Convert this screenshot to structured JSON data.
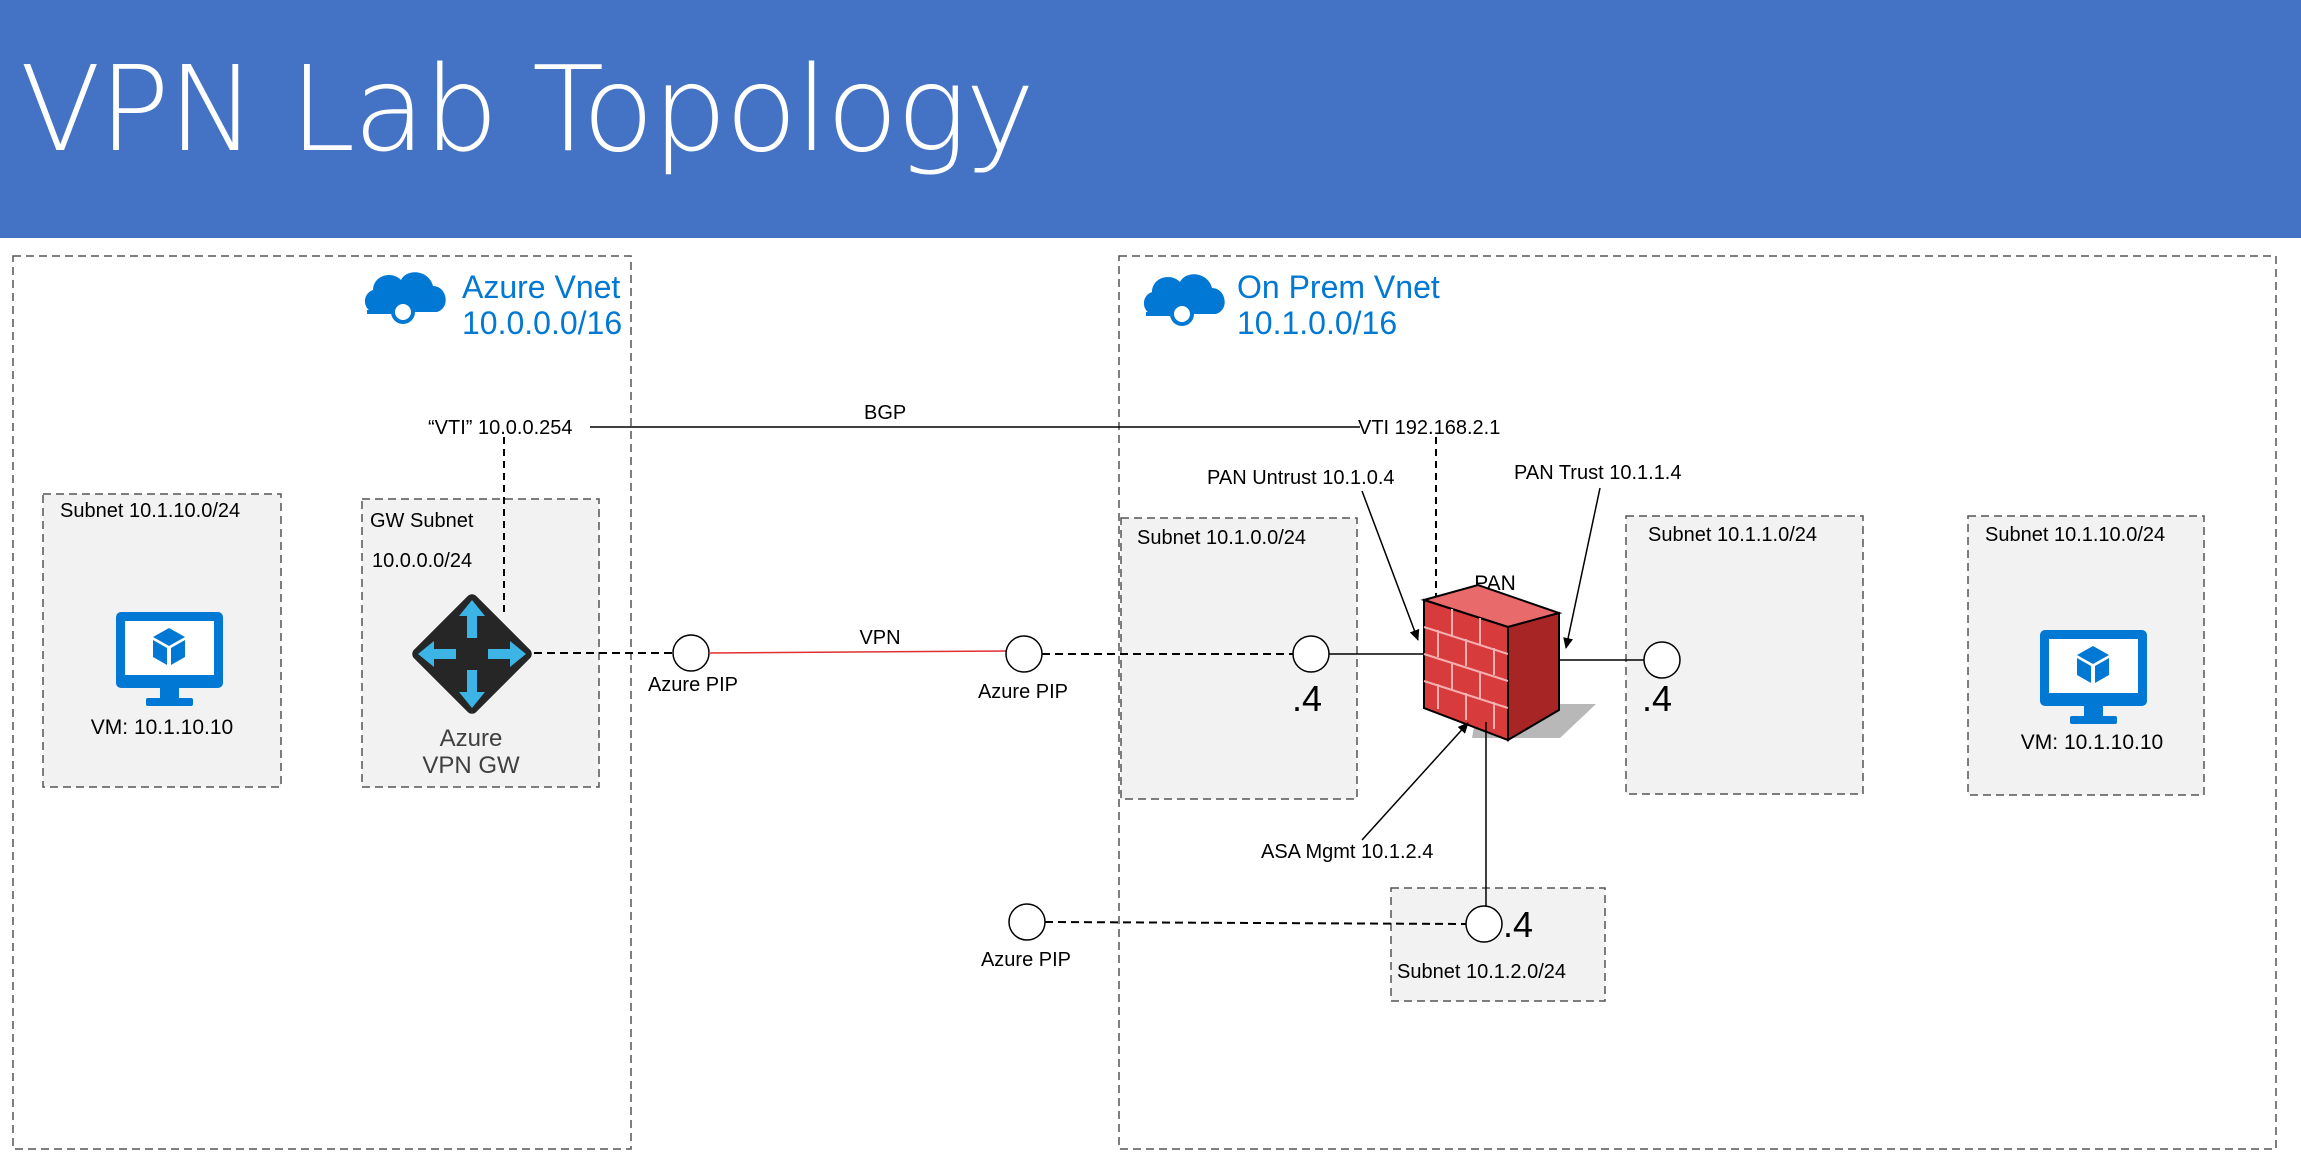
{
  "title": "VPN Lab Topology",
  "colors": {
    "title_bar": "#4472C4",
    "azure_blue": "#0078D4",
    "vpn_line": "#E03030",
    "subnet_fill": "#F2F2F2",
    "firewall_red": "#D83B3B"
  },
  "azure_vnet": {
    "name": "Azure Vnet",
    "cidr": "10.0.0.0/16",
    "vti": "“VTI” 10.0.0.254",
    "subnet_vm": {
      "label": "Subnet 10.1.10.0/24",
      "vm_label": "VM: 10.1.10.10",
      "icon": "virtual-machine-icon"
    },
    "gw_subnet": {
      "label_line1": "GW Subnet",
      "label_line2": "10.0.0.0/24",
      "gw_line1": "Azure",
      "gw_line2": "VPN GW",
      "icon": "vpn-gateway-icon"
    }
  },
  "onprem_vnet": {
    "name": "On Prem Vnet",
    "cidr": "10.1.0.0/16",
    "vti": "VTI 192.168.2.1",
    "pan_untrust": "PAN Untrust 10.1.0.4",
    "pan_trust": "PAN Trust 10.1.1.4",
    "asa_mgmt": "ASA Mgmt 10.1.2.4",
    "pan_label": "PAN",
    "subnet_untrust": {
      "label": "Subnet 10.1.0.0/24",
      "host": ".4"
    },
    "subnet_trust": {
      "label": "Subnet 10.1.1.0/24",
      "host": ".4"
    },
    "subnet_vm": {
      "label": "Subnet 10.1.10.0/24",
      "vm_label": "VM: 10.1.10.10",
      "icon": "virtual-machine-icon"
    },
    "subnet_mgmt": {
      "label": "Subnet 10.1.2.0/24",
      "host": ".4"
    }
  },
  "links": {
    "bgp": "BGP",
    "vpn": "VPN"
  },
  "pips": {
    "azure_side": "Azure PIP",
    "onprem_side": "Azure PIP",
    "mgmt": "Azure PIP"
  }
}
